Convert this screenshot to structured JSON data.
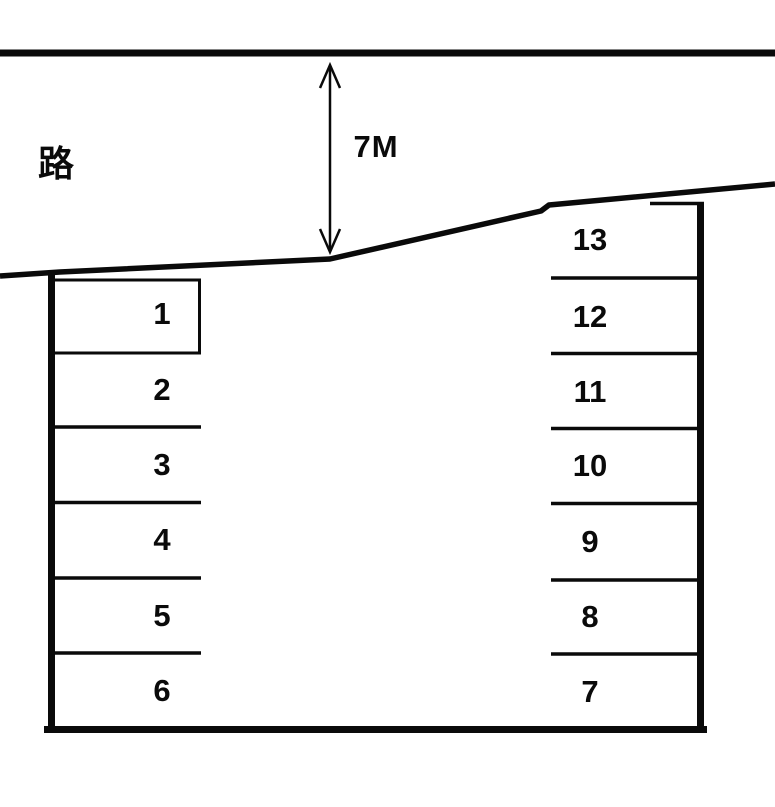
{
  "diagram": {
    "road_label": "路",
    "clearance_label": "7M"
  },
  "parking": {
    "left_spaces": [
      "1",
      "2",
      "3",
      "4",
      "5",
      "6"
    ],
    "right_spaces": [
      "13",
      "12",
      "11",
      "10",
      "9",
      "8",
      "7"
    ]
  },
  "colors": {
    "ink": "#0a0a0a",
    "background": "#ffffff"
  }
}
